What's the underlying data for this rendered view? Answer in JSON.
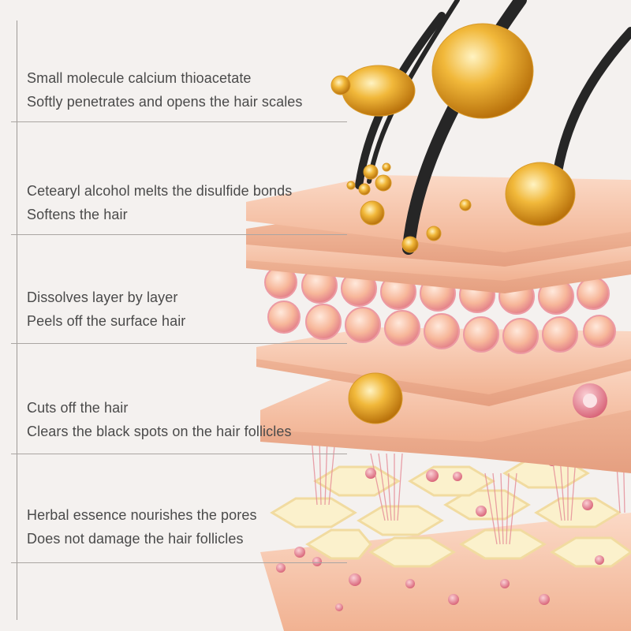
{
  "captions": [
    {
      "line1": "Small molecule calcium thioacetate",
      "line2": "Softly penetrates and opens the hair scales"
    },
    {
      "line1": "Cetearyl alcohol melts the disulfide bonds",
      "line2": "Softens the hair"
    },
    {
      "line1": "Dissolves layer by layer",
      "line2": "Peels off the surface hair"
    },
    {
      "line1": "Cuts off the hair",
      "line2": "Clears the black spots on the hair follicles"
    },
    {
      "line1": "Herbal essence nourishes the pores",
      "line2": "Does not damage the hair follicles"
    }
  ],
  "colors": {
    "background": "#f4f1ef",
    "text": "#4a4a4a",
    "rule": "#aaa5a2",
    "skin": "#f6c4a8",
    "hair": "#2a2a2a",
    "oil_drop": "#e3a21c"
  }
}
